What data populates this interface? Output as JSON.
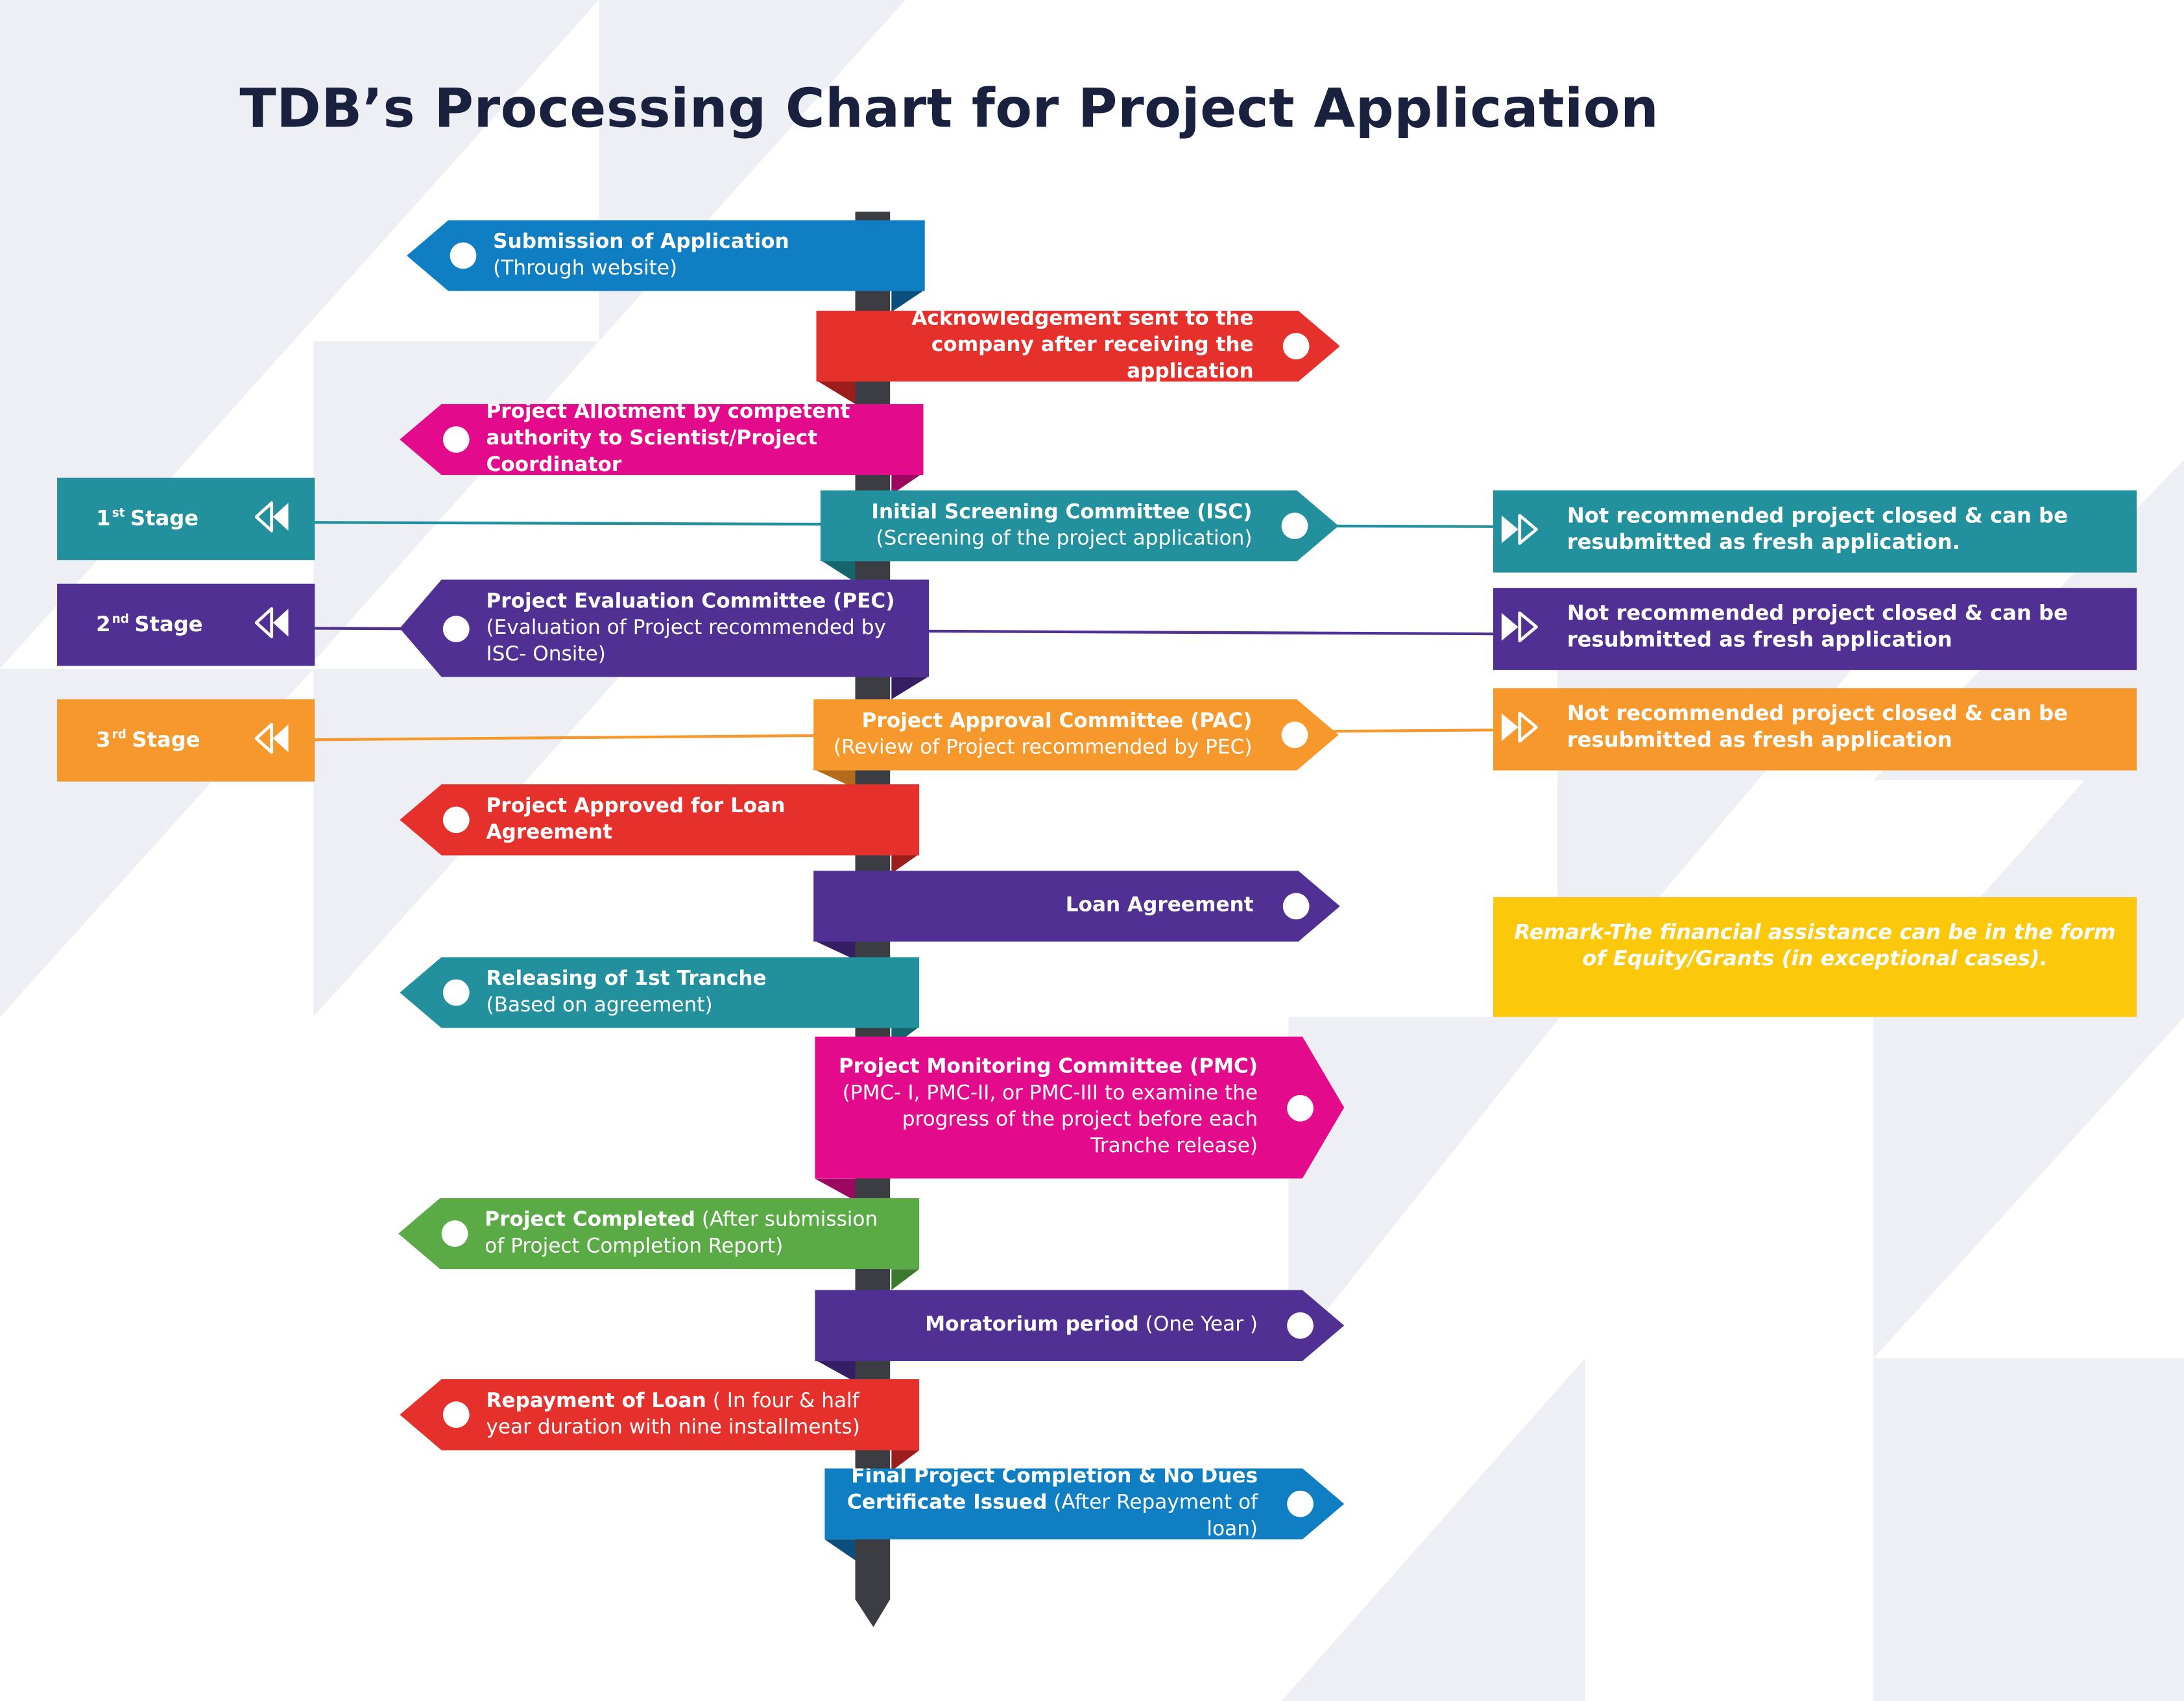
{
  "title": "TDB’s Processing Chart for Project Application",
  "colors": {
    "blue": "#0f7ec2",
    "red": "#e5302c",
    "magenta": "#e30b8c",
    "teal": "#22909d",
    "purple": "#503092",
    "orange": "#f7982d",
    "green": "#5aab46",
    "yellow": "#fcc80b",
    "pole": "#3b3d42",
    "title": "#19213f"
  },
  "steps": [
    {
      "bold": "Submission of Application",
      "normal": "(Through website)",
      "color": "#0f7ec2"
    },
    {
      "bold": "Acknowledgement sent to the company after receiving the application",
      "normal": "",
      "color": "#e5302c"
    },
    {
      "bold": "Project Allotment by competent authority to Scientist/Project Coordinator",
      "normal": "",
      "color": "#e30b8c"
    },
    {
      "bold": "Initial Screening Committee (ISC)",
      "normal": "(Screening of the project application)",
      "color": "#22909d"
    },
    {
      "bold": "Project Evaluation Committee (PEC)",
      "normal": "(Evaluation of Project recommended by ISC- Onsite)",
      "color": "#503092"
    },
    {
      "bold": "Project Approval Committee (PAC)",
      "normal": "(Review of Project recommended by PEC)",
      "color": "#f7982d"
    },
    {
      "bold": "Project Approved for Loan Agreement",
      "normal": "",
      "color": "#e5302c"
    },
    {
      "bold": "Loan Agreement",
      "normal": "",
      "color": "#503092"
    },
    {
      "bold": "Releasing of 1st Tranche",
      "normal": "(Based on agreement)",
      "color": "#22909d"
    },
    {
      "bold": "Project Monitoring Committee (PMC)",
      "normal": "(PMC- I, PMC-II, or PMC-III to examine the progress of the project before each Tranche release)",
      "color": "#e30b8c"
    },
    {
      "bold": "Project Completed",
      "normal": " (After submission of Project Completion Report)",
      "color": "#5aab46"
    },
    {
      "bold": "Moratorium period",
      "normal": " (One Year )",
      "color": "#503092"
    },
    {
      "bold": "Repayment of Loan",
      "normal": " ( In four & half year duration with nine installments)",
      "color": "#e5302c"
    },
    {
      "bold": "Final Project Completion  & No Dues Certificate Issued",
      "normal": " (After Repayment of loan)",
      "color": "#0f7ec2"
    }
  ],
  "stages": [
    {
      "label": "1st Stage",
      "num": "1",
      "sup": "st",
      "word": "Stage",
      "color": "#22909d"
    },
    {
      "label": "2nd Stage",
      "num": "2",
      "sup": "nd",
      "word": "Stage",
      "color": "#503092"
    },
    {
      "label": "3rd Stage",
      "num": "3",
      "sup": "rd",
      "word": "Stage",
      "color": "#f7982d"
    }
  ],
  "notes": [
    {
      "text": "Not recommended project closed & can be resubmitted as fresh application.",
      "color": "#22909d"
    },
    {
      "text": "Not recommended project closed & can be resubmitted as fresh application",
      "color": "#503092"
    },
    {
      "text": "Not recommended project closed & can be resubmitted as fresh application",
      "color": "#f7982d"
    }
  ],
  "remark": "Remark-The financial assistance can be in the form of Equity/Grants (in exceptional cases)."
}
